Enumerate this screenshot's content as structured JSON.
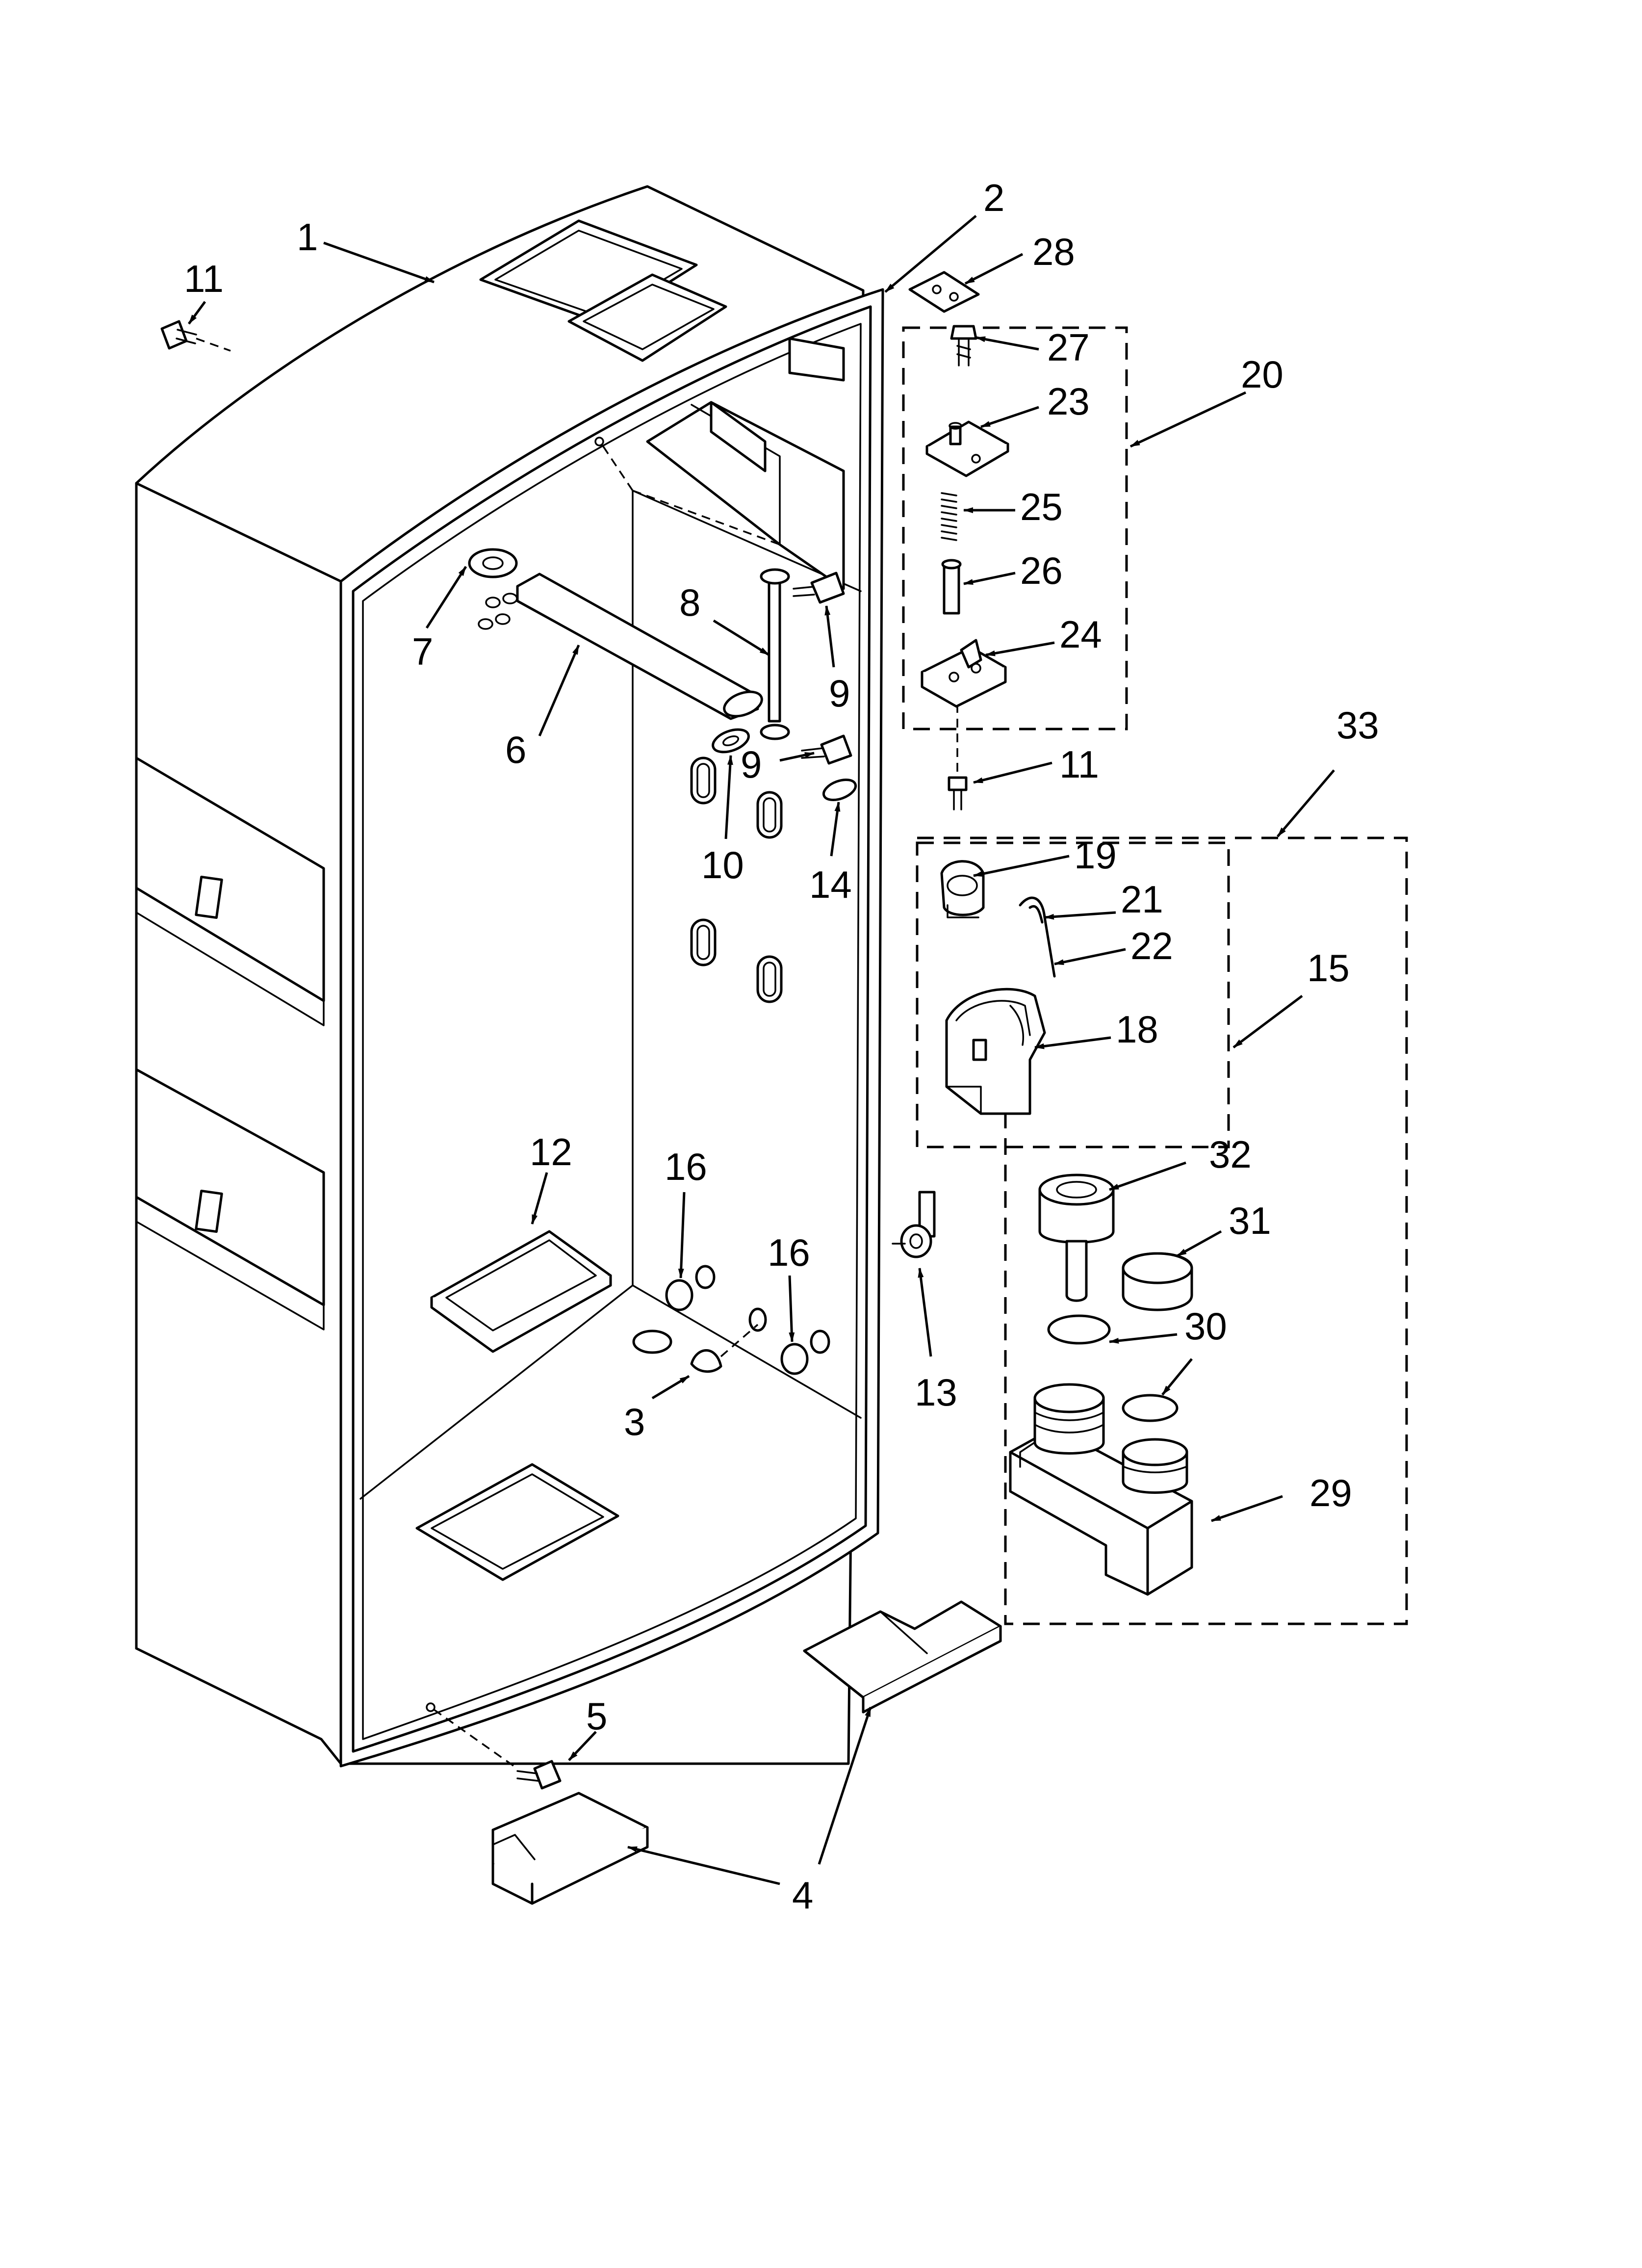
{
  "diagram": {
    "parts": [
      {
        "id": "1",
        "text": "1"
      },
      {
        "id": "2",
        "text": "2"
      },
      {
        "id": "3",
        "text": "3"
      },
      {
        "id": "4",
        "text": "4"
      },
      {
        "id": "5",
        "text": "5"
      },
      {
        "id": "6",
        "text": "6"
      },
      {
        "id": "7",
        "text": "7"
      },
      {
        "id": "8",
        "text": "8"
      },
      {
        "id": "9a",
        "text": "9"
      },
      {
        "id": "9b",
        "text": "9"
      },
      {
        "id": "10",
        "text": "10"
      },
      {
        "id": "11a",
        "text": "11"
      },
      {
        "id": "11b",
        "text": "11"
      },
      {
        "id": "12",
        "text": "12"
      },
      {
        "id": "13",
        "text": "13"
      },
      {
        "id": "14",
        "text": "14"
      },
      {
        "id": "15",
        "text": "15"
      },
      {
        "id": "16a",
        "text": "16"
      },
      {
        "id": "16b",
        "text": "16"
      },
      {
        "id": "18",
        "text": "18"
      },
      {
        "id": "19",
        "text": "19"
      },
      {
        "id": "20",
        "text": "20"
      },
      {
        "id": "21",
        "text": "21"
      },
      {
        "id": "22",
        "text": "22"
      },
      {
        "id": "23",
        "text": "23"
      },
      {
        "id": "24",
        "text": "24"
      },
      {
        "id": "25",
        "text": "25"
      },
      {
        "id": "26",
        "text": "26"
      },
      {
        "id": "27",
        "text": "27"
      },
      {
        "id": "28",
        "text": "28"
      },
      {
        "id": "29",
        "text": "29"
      },
      {
        "id": "30",
        "text": "30"
      },
      {
        "id": "31",
        "text": "31"
      },
      {
        "id": "32",
        "text": "32"
      },
      {
        "id": "33",
        "text": "33"
      }
    ]
  }
}
